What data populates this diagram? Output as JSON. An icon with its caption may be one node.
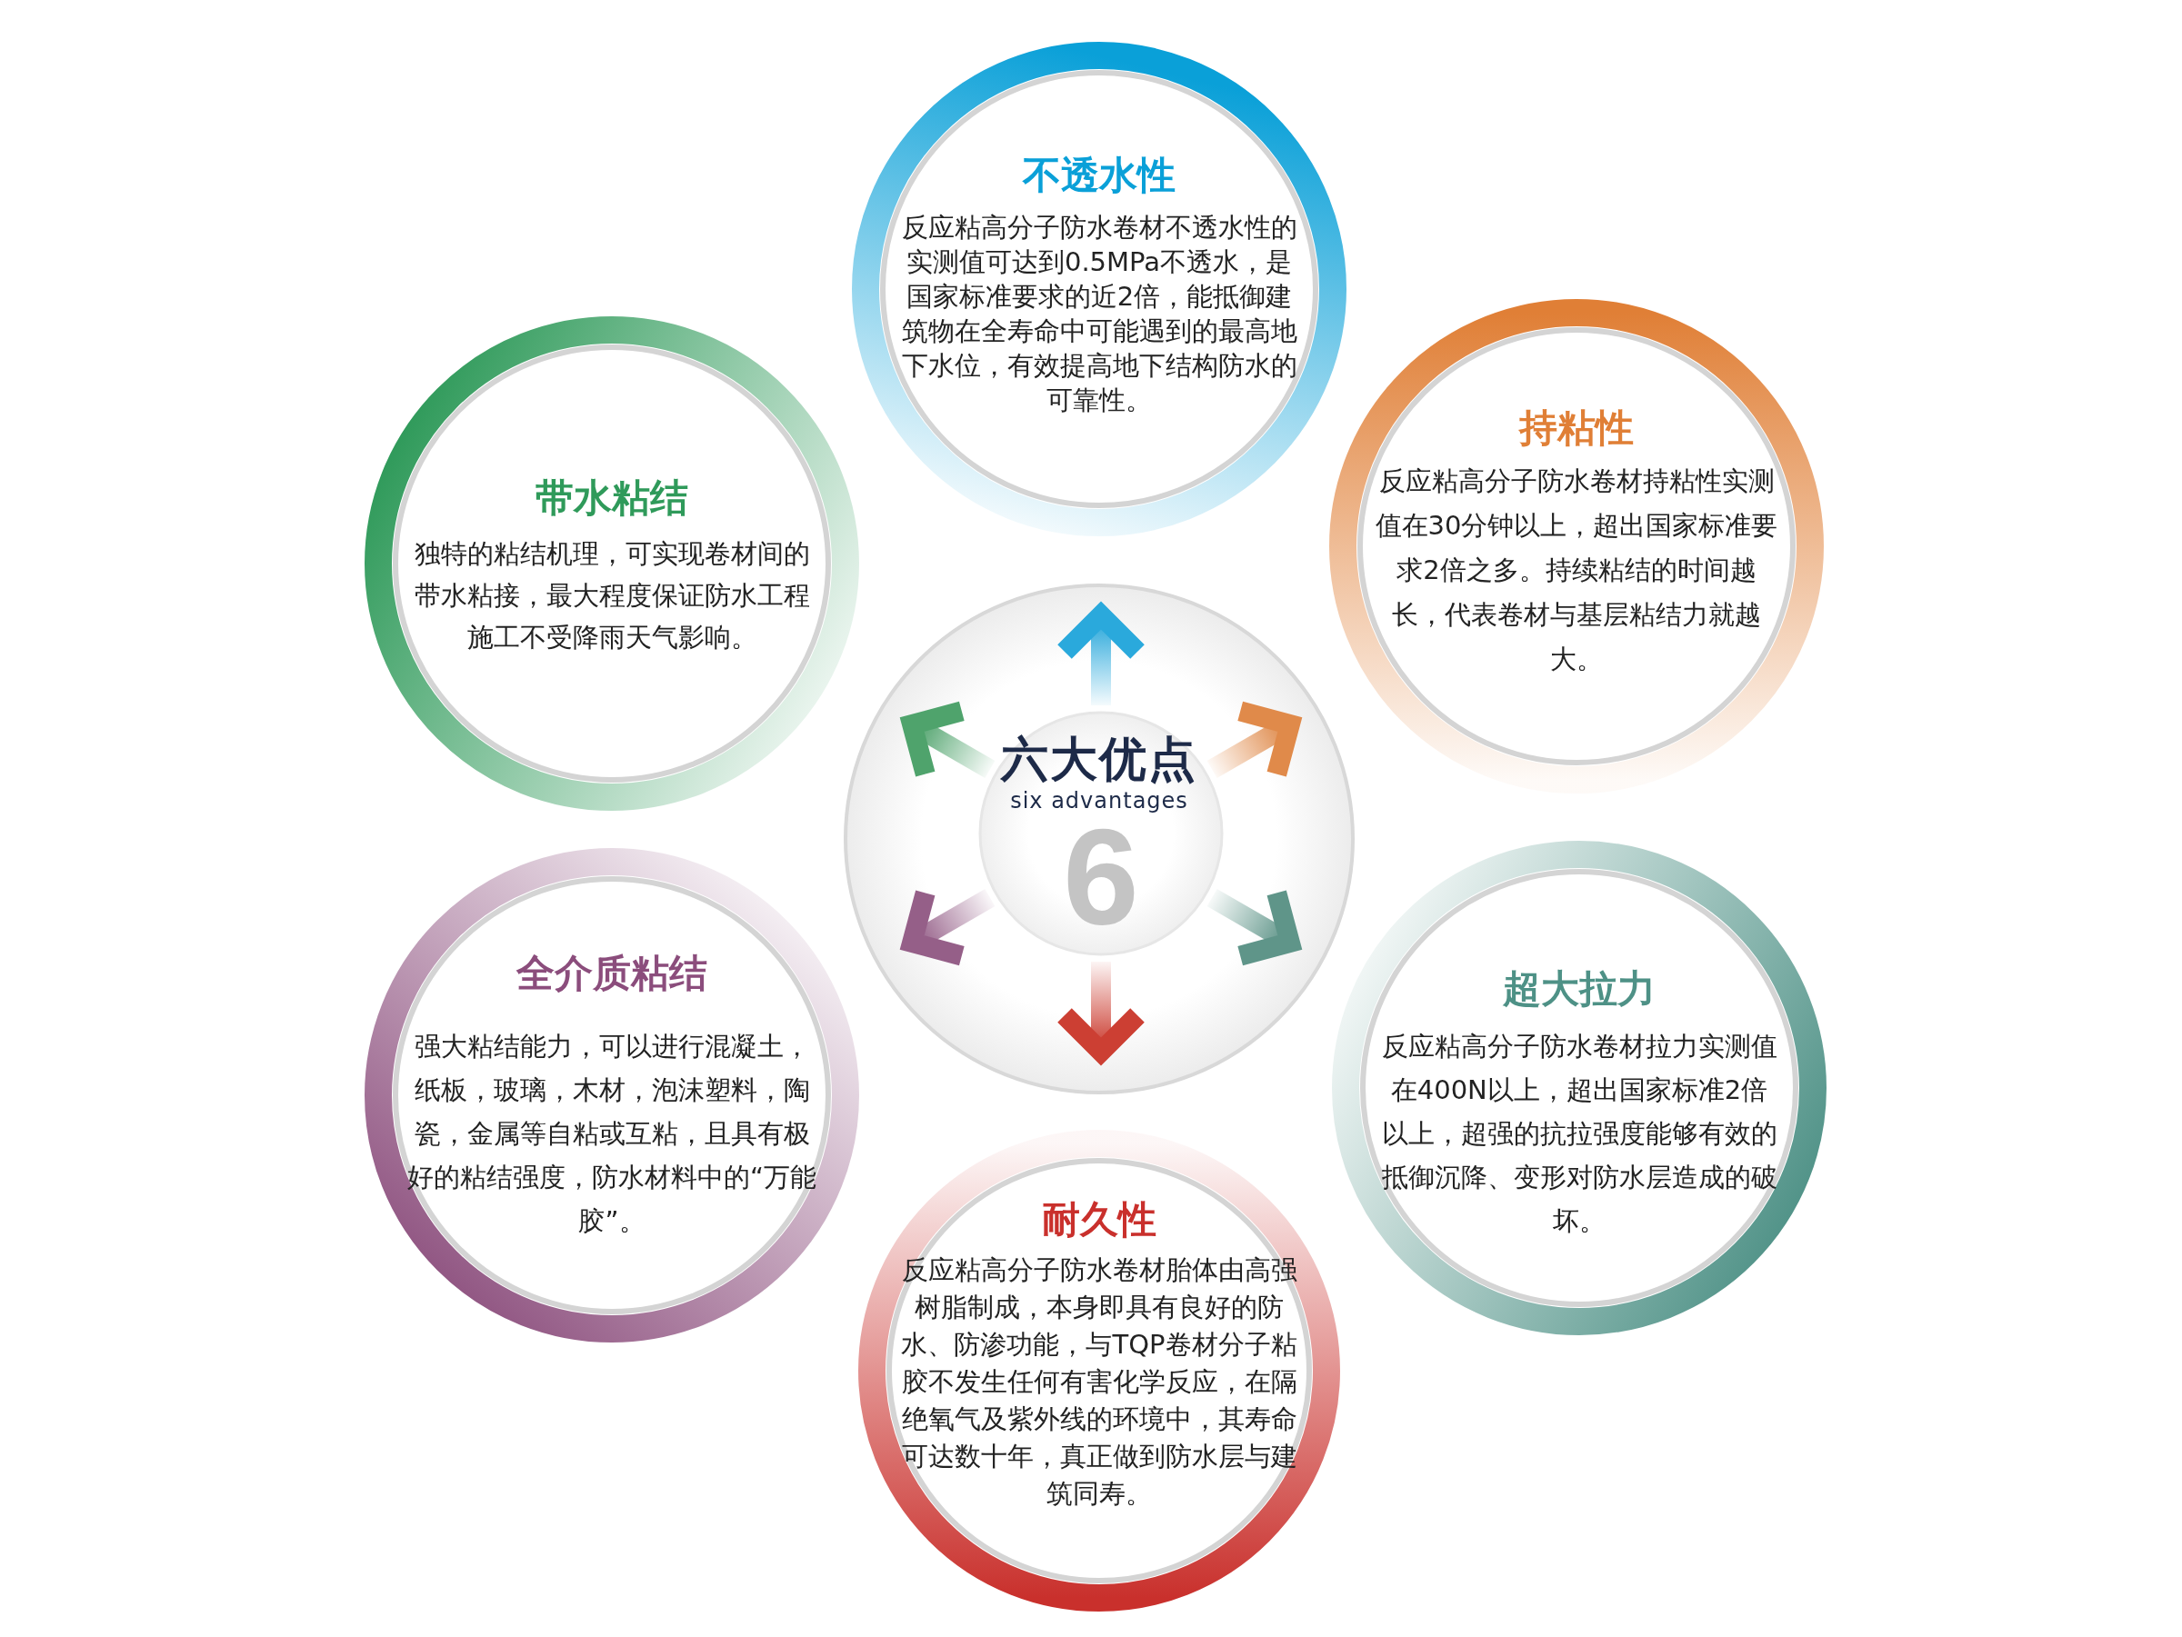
{
  "diagram": {
    "nodes": [
      {
        "text": [
          "不透水性",
          "反应粘高分子防水卷材不透水性的实测值可达到0.5MPa不透水，是国家标准要求的近2倍，能抵御建筑物在全寿命中可能遇到的最高地下水位，有效提高地下结构防水的可靠性。"
        ]
      },
      {
        "text": [
          "带水粘结",
          "独特的粘结机理，可实现卷材间的带水粘接，最大程度保证防水工程施工不受降雨天气影响。"
        ]
      },
      {
        "text": [
          "持粘性",
          "反应粘高分子防水卷材持粘性实测值在30分钟以上，超出国家标准要求2倍之多。持续粘结的时间越长，代表卷材与基层粘结力就越大。"
        ]
      },
      {
        "text": [
          "六大优点",
          "six advantages",
          "6"
        ]
      },
      {
        "text": [
          "全介质粘结",
          "强大粘结能力，可以进行混凝土，纸板，玻璃，木材，泡沫塑料，陶瓷，金属等自粘或互粘，且具有极好的粘结强度，防水材料中的“万能胶”。"
        ]
      },
      {
        "text": [
          "超大拉力",
          "反应粘高分子防水卷材拉力实测值在400N以上，超出国家标准2倍以上，超强的抗拉强度能够有效的抵御沉降、变形对防水层造成的破坏。"
        ]
      },
      {
        "text": [
          "耐久性",
          "反应粘高分子防水卷材胎体由高强树脂制成，本身即具有良好的防水、防渗功能，与TQP卷材分子粘胶不发生任何有害化学反应，在隔绝氧气及紫外线的环境中，其寿命可达数十年，真正做到防水层与建筑同寿。"
        ]
      }
    ]
  }
}
